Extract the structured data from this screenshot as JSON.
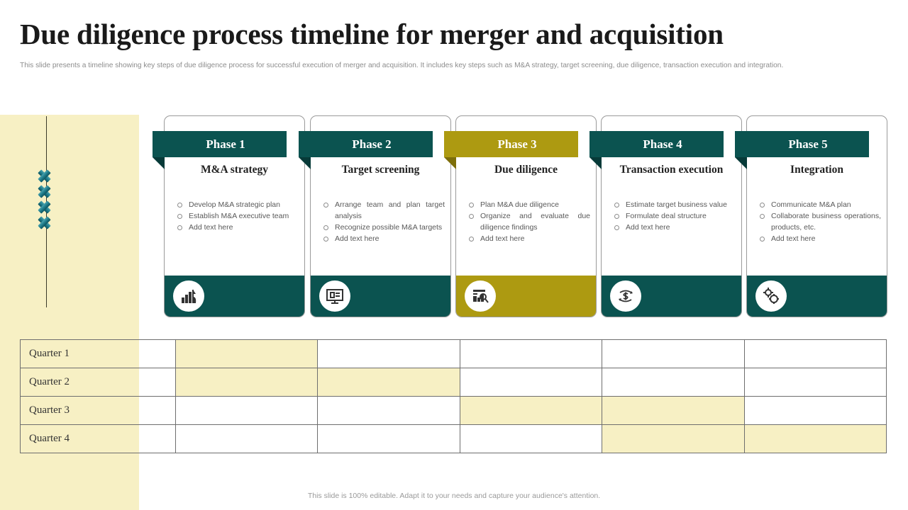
{
  "header": {
    "title": "Due diligence process timeline for merger and acquisition",
    "subtitle": "This slide presents a timeline showing key steps of due diligence process for successful execution of merger and acquisition. It includes key steps such as M&A strategy, target screening, due diligence, transaction execution and integration."
  },
  "colors": {
    "teal": "#0B5350",
    "gold": "#AD9A11",
    "cream": "#F7F0C4",
    "marker_teal": "#1d7886"
  },
  "phases": [
    {
      "ribbon": "Phase 1",
      "title": "M&A strategy",
      "accent": "teal",
      "icon": "factory-chart-icon",
      "bullets": [
        "Develop M&A strategic plan",
        "Establish M&A executive team",
        "Add text here"
      ]
    },
    {
      "ribbon": "Phase 2",
      "title": "Target screening",
      "accent": "teal",
      "icon": "monitor-presentation-icon",
      "bullets": [
        "Arrange team and plan target analysis",
        "Recognize possible M&A targets",
        "Add text here"
      ]
    },
    {
      "ribbon": "Phase 3",
      "title": "Due diligence",
      "accent": "gold",
      "icon": "document-search-icon",
      "bullets": [
        "Plan M&A due diligence",
        "Organize and evaluate due diligence findings",
        "Add text here"
      ]
    },
    {
      "ribbon": "Phase 4",
      "title": "Transaction execution",
      "accent": "teal",
      "icon": "dollar-cycle-icon",
      "bullets": [
        "Estimate target business value",
        "Formulate deal structure",
        "Add text here"
      ]
    },
    {
      "ribbon": "Phase 5",
      "title": "Integration",
      "accent": "teal",
      "icon": "gears-icon",
      "bullets": [
        "Communicate M&A plan",
        "Collaborate business operations, products, etc.",
        "Add text here"
      ]
    }
  ],
  "timeline_table": {
    "rows": [
      {
        "label": "Quarter 1",
        "cells": [
          true,
          false,
          false,
          false,
          false
        ]
      },
      {
        "label": "Quarter 2",
        "cells": [
          true,
          true,
          false,
          false,
          false
        ]
      },
      {
        "label": "Quarter 3",
        "cells": [
          false,
          false,
          true,
          true,
          false
        ]
      },
      {
        "label": "Quarter 4",
        "cells": [
          false,
          false,
          false,
          true,
          true
        ]
      }
    ]
  },
  "footer": {
    "note": "This slide is 100% editable. Adapt it to your needs and capture your audience's attention."
  }
}
